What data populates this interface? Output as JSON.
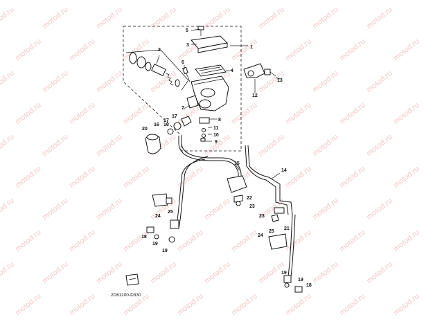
{
  "watermark": "motod.ru",
  "diagram_code": "2D61100-D330",
  "callouts": [
    "1",
    "2",
    "3",
    "4",
    "5",
    "6",
    "7",
    "8",
    "9",
    "10",
    "11",
    "12",
    "13",
    "14",
    "15",
    "16",
    "17",
    "18",
    "19",
    "20",
    "21",
    "22",
    "23",
    "24",
    "25"
  ],
  "colors": {
    "line": "#111111",
    "watermark": "#f2c9c9",
    "background": "#ffffff"
  }
}
